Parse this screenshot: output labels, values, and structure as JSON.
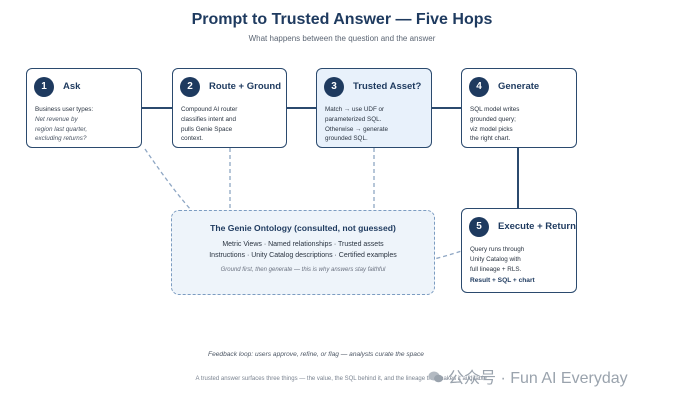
{
  "title": "Prompt to Trusted Answer — Five Hops",
  "subtitle": "What happens between the question and the answer",
  "steps": [
    {
      "number": "1",
      "title": "Ask",
      "lines": [
        "Business user types:"
      ],
      "italic_lines": [
        "Net revenue by",
        "region last quarter,",
        "excluding returns?"
      ]
    },
    {
      "number": "2",
      "title": "Route + Ground",
      "lines": [
        "Compound AI router",
        "classifies intent and",
        "pulls Genie Space",
        "context."
      ]
    },
    {
      "number": "3",
      "title": "Trusted Asset?",
      "lines": [
        "Match → use UDF or",
        "parameterized SQL.",
        "Otherwise → generate",
        "grounded SQL."
      ]
    },
    {
      "number": "4",
      "title": "Generate",
      "lines": [
        "SQL model writes",
        "grounded query;",
        "viz model picks",
        "the right chart."
      ]
    },
    {
      "number": "5",
      "title": "Execute + Return",
      "lines": [
        "Query runs through",
        "Unity Catalog with",
        "full lineage + RLS."
      ],
      "footer": "Result + SQL + chart"
    }
  ],
  "ontology": {
    "title": "The Genie Ontology (consulted, not guessed)",
    "line1": "Metric Views  ·  Named relationships  ·  Trusted assets",
    "line2": "Instructions  ·  Unity Catalog descriptions  ·  Certified examples",
    "note": "Ground first, then generate — this is why answers stay faithful"
  },
  "feedback": "Feedback loop: users approve, refine, or flag — analysts curate the space",
  "footnote": "A trusted answer surfaces three things — the value, the SQL behind it, and the lineage that makes it auditable.",
  "watermark": "公众号 · Fun AI Everyday",
  "colors": {
    "primary": "#1e3a5f",
    "highlight_fill": "#e8f1fb",
    "ontology_fill": "#eef4fa"
  }
}
